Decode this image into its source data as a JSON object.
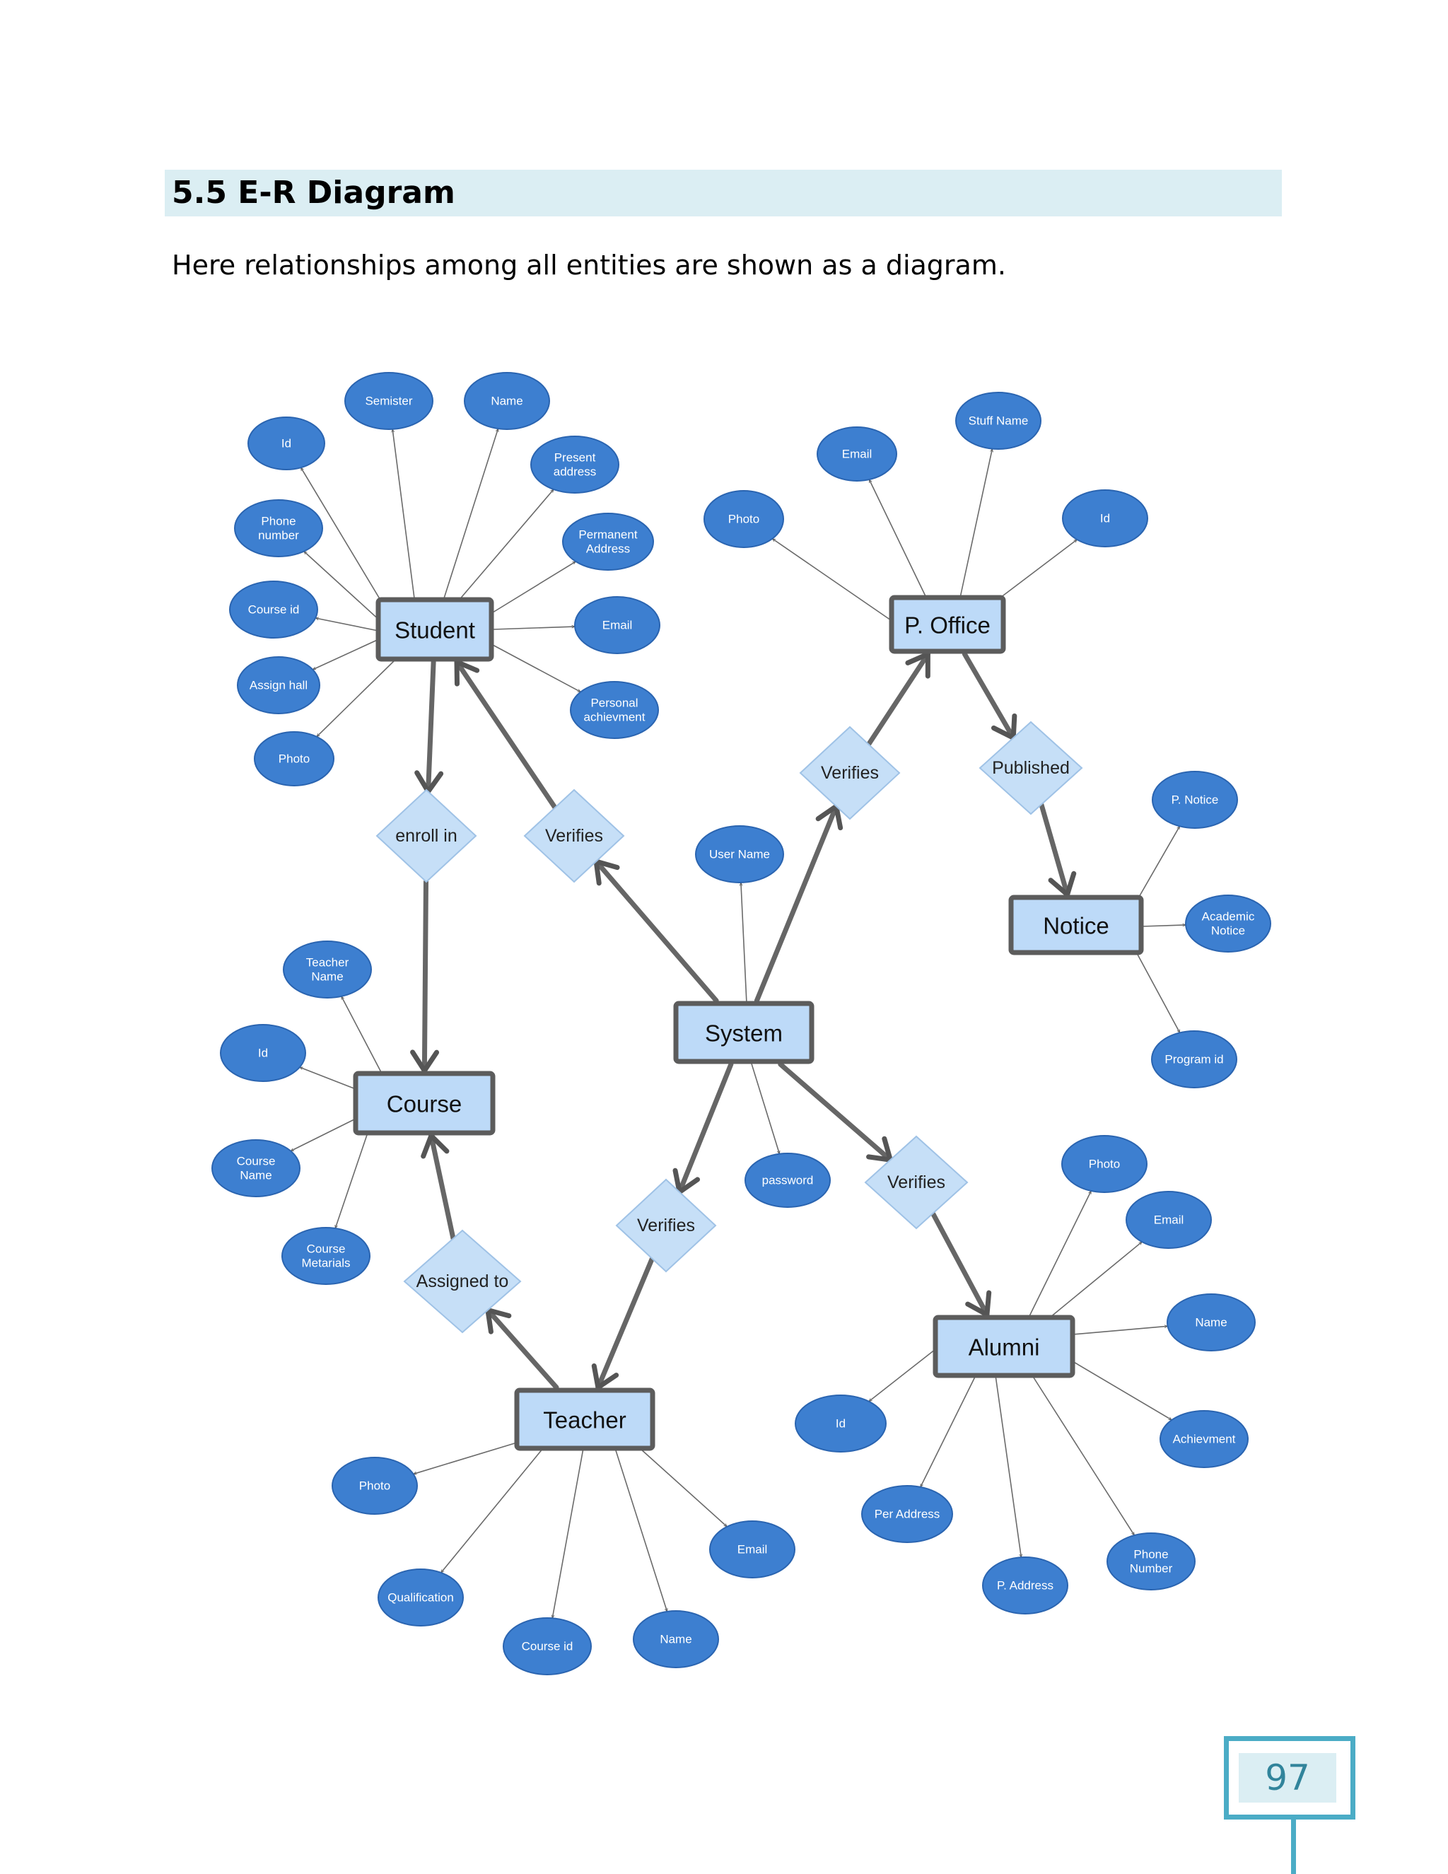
{
  "section": {
    "heading": "5.5 E-R Diagram",
    "intro": "Here relationships among all entities are shown as a diagram."
  },
  "colors": {
    "heading_bar": "#dbeef3",
    "attribute_fill": "#3d7fd0",
    "attribute_stroke": "#2a64b0",
    "entity_fill": "#bddaf8",
    "entity_stroke": "#5c5c5c",
    "relationship_fill": "#c6dff7",
    "page_accent": "#4bacc6"
  },
  "entities": [
    {
      "id": "student",
      "label": "Student"
    },
    {
      "id": "poffice",
      "label": "P. Office"
    },
    {
      "id": "notice",
      "label": "Notice"
    },
    {
      "id": "system",
      "label": "System"
    },
    {
      "id": "course",
      "label": "Course"
    },
    {
      "id": "teacher",
      "label": "Teacher"
    },
    {
      "id": "alumni",
      "label": "Alumni"
    }
  ],
  "relationships": [
    {
      "id": "enroll",
      "label": "enroll in"
    },
    {
      "id": "verifies_student",
      "label": "Verifies"
    },
    {
      "id": "verifies_poffice",
      "label": "Verifies"
    },
    {
      "id": "published",
      "label": "Published"
    },
    {
      "id": "verifies_teacher",
      "label": "Verifies"
    },
    {
      "id": "verifies_alumni",
      "label": "Verifies"
    },
    {
      "id": "assigned",
      "label": "Assigned to"
    }
  ],
  "attributes": [
    {
      "entity": "student",
      "lines": [
        "Semister"
      ]
    },
    {
      "entity": "student",
      "lines": [
        "Name"
      ]
    },
    {
      "entity": "student",
      "lines": [
        "Id"
      ]
    },
    {
      "entity": "student",
      "lines": [
        "Present",
        "address"
      ]
    },
    {
      "entity": "student",
      "lines": [
        "Phone",
        "number"
      ]
    },
    {
      "entity": "student",
      "lines": [
        "Permanent",
        "Address"
      ]
    },
    {
      "entity": "student",
      "lines": [
        "Course id"
      ]
    },
    {
      "entity": "student",
      "lines": [
        "Email"
      ]
    },
    {
      "entity": "student",
      "lines": [
        "Assign hall"
      ]
    },
    {
      "entity": "student",
      "lines": [
        "Personal",
        "achievment"
      ]
    },
    {
      "entity": "student",
      "lines": [
        "Photo"
      ]
    },
    {
      "entity": "poffice",
      "lines": [
        "Stuff Name"
      ]
    },
    {
      "entity": "poffice",
      "lines": [
        "Email"
      ]
    },
    {
      "entity": "poffice",
      "lines": [
        "Photo"
      ]
    },
    {
      "entity": "poffice",
      "lines": [
        "Id"
      ]
    },
    {
      "entity": "notice",
      "lines": [
        "P. Notice"
      ]
    },
    {
      "entity": "notice",
      "lines": [
        "Academic",
        "Notice"
      ]
    },
    {
      "entity": "notice",
      "lines": [
        "Program id"
      ]
    },
    {
      "entity": "system",
      "lines": [
        "User Name"
      ]
    },
    {
      "entity": "system",
      "lines": [
        "password"
      ]
    },
    {
      "entity": "course",
      "lines": [
        "Teacher",
        "Name"
      ]
    },
    {
      "entity": "course",
      "lines": [
        "Id"
      ]
    },
    {
      "entity": "course",
      "lines": [
        "Course",
        "Name"
      ]
    },
    {
      "entity": "course",
      "lines": [
        "Course",
        "Metarials"
      ]
    },
    {
      "entity": "alumni",
      "lines": [
        "Photo"
      ]
    },
    {
      "entity": "alumni",
      "lines": [
        "Email"
      ]
    },
    {
      "entity": "alumni",
      "lines": [
        "Name"
      ]
    },
    {
      "entity": "alumni",
      "lines": [
        "Id"
      ]
    },
    {
      "entity": "alumni",
      "lines": [
        "Achievment"
      ]
    },
    {
      "entity": "alumni",
      "lines": [
        "Per Address"
      ]
    },
    {
      "entity": "alumni",
      "lines": [
        "P. Address"
      ]
    },
    {
      "entity": "alumni",
      "lines": [
        "Phone",
        "Number"
      ]
    },
    {
      "entity": "teacher",
      "lines": [
        "Photo"
      ]
    },
    {
      "entity": "teacher",
      "lines": [
        "Email"
      ]
    },
    {
      "entity": "teacher",
      "lines": [
        "Qualification"
      ]
    },
    {
      "entity": "teacher",
      "lines": [
        "Course id"
      ]
    },
    {
      "entity": "teacher",
      "lines": [
        "Name"
      ]
    }
  ],
  "connections": [
    {
      "from": "system",
      "to": "verifies_student"
    },
    {
      "from": "verifies_student",
      "to": "student"
    },
    {
      "from": "student",
      "to": "enroll"
    },
    {
      "from": "enroll",
      "to": "course"
    },
    {
      "from": "system",
      "to": "verifies_poffice"
    },
    {
      "from": "verifies_poffice",
      "to": "poffice"
    },
    {
      "from": "poffice",
      "to": "published"
    },
    {
      "from": "published",
      "to": "notice"
    },
    {
      "from": "system",
      "to": "verifies_teacher"
    },
    {
      "from": "verifies_teacher",
      "to": "teacher"
    },
    {
      "from": "system",
      "to": "verifies_alumni"
    },
    {
      "from": "verifies_alumni",
      "to": "alumni"
    },
    {
      "from": "teacher",
      "to": "assigned"
    },
    {
      "from": "assigned",
      "to": "course"
    }
  ],
  "page_number": "97"
}
